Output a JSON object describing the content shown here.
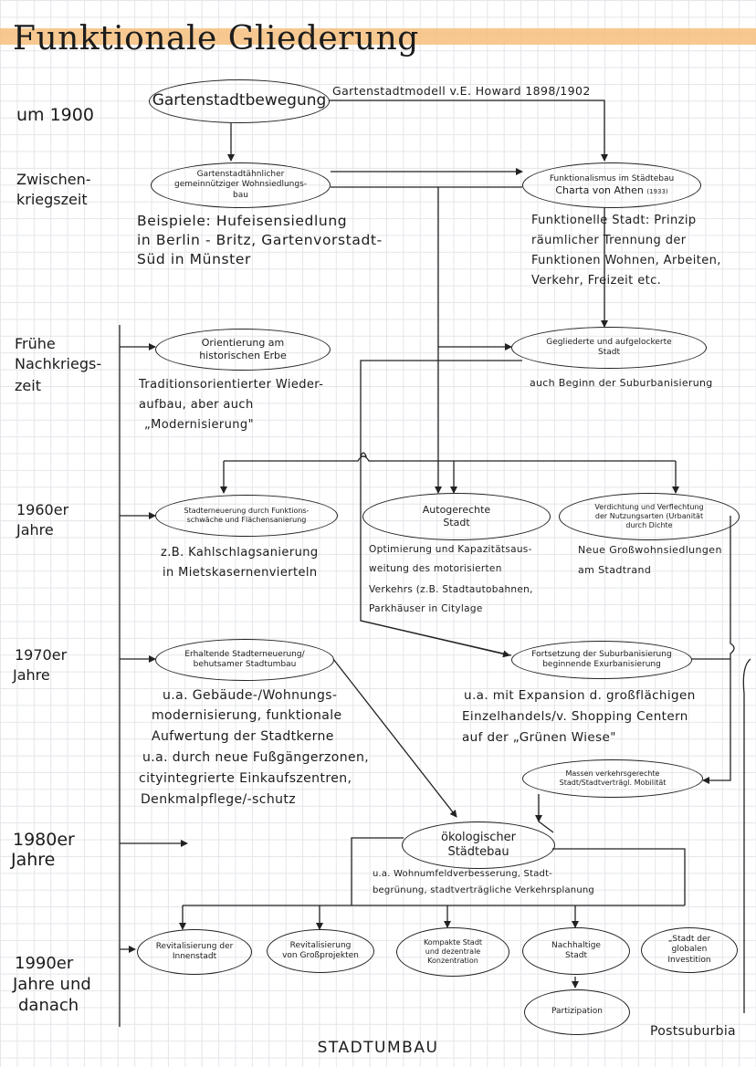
{
  "title": "Funktionale Gliederung",
  "eras": {
    "e1900": "um 1900",
    "zwischen_1": "Zwischen-",
    "zwischen_2": "kriegszeit",
    "frueh_1": "Frühe",
    "frueh_2": "Nachkriegs-",
    "frueh_3": "zeit",
    "e1960_1": "1960er",
    "e1960_2": "Jahre",
    "e1970_1": "1970er",
    "e1970_2": "Jahre",
    "e1980_1": "1980er",
    "e1980_2": "Jahre",
    "e1990_1": "1990er",
    "e1990_2": "Jahre und",
    "e1990_3": "danach"
  },
  "nodes": {
    "gartenstadt": "Gartenstadtbewegung",
    "gartenstadt_note": "Gartenstadtmodell v.E. Howard 1898/1902",
    "gemeinnuetzig_1": "Gartenstadtähnlicher",
    "gemeinnuetzig_2": "gemeinnütziger Wohnsiedlungs-",
    "gemeinnuetzig_3": "bau",
    "funktionalismus_1": "Funktionalismus im Städtebau",
    "funktionalismus_2": "Charta von Athen",
    "funktionalismus_year": "(1933)",
    "orientierung_1": "Orientierung am",
    "orientierung_2": "historischen Erbe",
    "gegliedert_1": "Gegliederte und aufgelockerte",
    "gegliedert_2": "Stadt",
    "stadterneuerung_1": "Stadterneuerung durch Funktions-",
    "stadterneuerung_2": "schwäche und Flächensanierung",
    "autogerecht_1": "Autogerechte",
    "autogerecht_2": "Stadt",
    "verdichtung_1": "Verdichtung und Verflechtung",
    "verdichtung_2": "der Nutzungsarten (Urbanität",
    "verdichtung_3": "durch Dichte",
    "erhaltend_1": "Erhaltende Stadterneuerung/",
    "erhaltend_2": "behutsamer Stadtumbau",
    "fortsetzung_1": "Fortsetzung der Suburbanisierung",
    "fortsetzung_2": "beginnende Exurbanisierung",
    "massen_1": "Massen verkehrsgerechte",
    "massen_2": "Stadt/Stadtverträgl. Mobilität",
    "oekologisch_1": "ökologischer",
    "oekologisch_2": "Städtebau",
    "revital_innen_1": "Revitalisierung der",
    "revital_innen_2": "Innenstadt",
    "revital_gross_1": "Revitalisierung",
    "revital_gross_2": "von Großprojekten",
    "kompakt_1": "Kompakte Stadt",
    "kompakt_2": "und dezentrale",
    "kompakt_3": "Konzentration",
    "nachhaltig_1": "Nachhaltige",
    "nachhaltig_2": "Stadt",
    "global_1": "„Stadt der",
    "global_2": "globalen Investition",
    "partizipation": "Partizipation"
  },
  "notes": {
    "beispiele_1": "Beispiele: Hufeisensiedlung",
    "beispiele_2": "in Berlin - Britz, Gartenvorstadt-",
    "beispiele_3": "Süd in Münster",
    "funktionell_1": "Funktionelle Stadt: Prinzip",
    "funktionell_2": "räumlicher Trennung der",
    "funktionell_3": "Funktionen Wohnen, Arbeiten,",
    "funktionell_4": "Verkehr, Freizeit etc.",
    "traditions_1": "Traditionsorientierter Wieder-",
    "traditions_2": "aufbau, aber auch",
    "traditions_3": "„Modernisierung\"",
    "suburb": "auch Beginn der Suburbanisierung",
    "kahlschlag_1": "z.B. Kahlschlagsanierung",
    "kahlschlag_2": "in Mietskasernenvierteln",
    "kapazitaet_1": "Optimierung und Kapazitätsaus-",
    "kapazitaet_2": "weitung des motorisierten",
    "kapazitaet_3": "Verkehrs (z.B. Stadtautobahnen,",
    "kapazitaet_4": "Parkhäuser in Citylage",
    "grosswohn_1": "Neue Großwohnsiedlungen",
    "grosswohn_2": "am Stadtrand",
    "gebaeude_1": "u.a. Gebäude-/Wohnungs-",
    "gebaeude_2": "modernisierung, funktionale",
    "gebaeude_3": "Aufwertung der Stadtkerne",
    "gebaeude_4": "u.a. durch neue Fußgängerzonen,",
    "gebaeude_5": "cityintegrierte Einkaufszentren,",
    "gebaeude_6": "Denkmalpflege/-schutz",
    "expansion_1": "u.a. mit Expansion d. großflächigen",
    "expansion_2": "Einzelhandels/v. Shopping Centern",
    "expansion_3": "auf der „Grünen Wiese\"",
    "wohnumfeld_1": "u.a. Wohnumfeldverbesserung, Stadt-",
    "wohnumfeld_2": "begrünung, stadtverträgliche Verkehrsplanung",
    "postsuburbia": "Postsuburbia"
  },
  "footer": "STADTUMBAU"
}
